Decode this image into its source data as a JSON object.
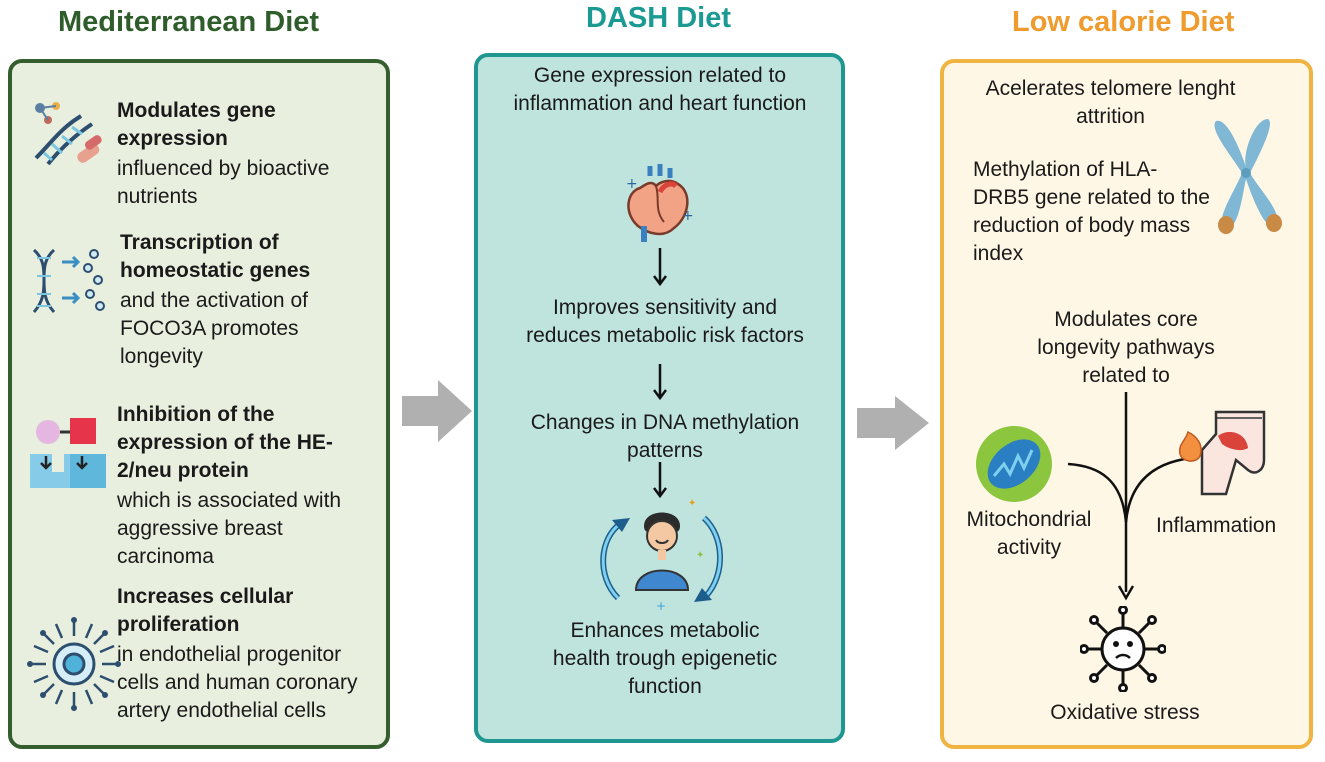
{
  "columns": {
    "mediterranean": {
      "title": "Mediterranean Diet",
      "items": [
        {
          "heading": "Modulates gene expression",
          "body": "influenced by bioactive nutrients",
          "icon": "dna-pills-icon"
        },
        {
          "heading": "Transcription of homeostatic genes",
          "body": "and the activation of FOCO3A promotes longevity",
          "icon": "dna-transcription-icon"
        },
        {
          "heading": "Inhibition of the expression of the HE-2/neu protein",
          "body": "which is associated with aggressive breast carcinoma",
          "icon": "protein-inhibition-icon"
        },
        {
          "heading": "Increases cellular proliferation",
          "body": "in endothelial progenitor cells and human coronary artery endothelial cells",
          "icon": "cell-icon"
        }
      ]
    },
    "dash": {
      "title": "DASH Diet",
      "steps": [
        "Gene expression related to inflammation and heart function",
        "Improves sensitivity and reduces metabolic risk factors",
        "Changes in DNA methylation patterns",
        "Enhances metabolic health trough epigenetic function"
      ],
      "icons": [
        "heart-icon",
        "person-cycle-icon"
      ]
    },
    "low_calorie": {
      "title": "Low calorie Diet",
      "telomere_text": "Acelerates telomere lenght attrition",
      "methylation_text": "Methylation of HLA-DRB5 gene related to the reduction of body mass index",
      "pathways_text": "Modulates core longevity pathways related to",
      "mito_label": "Mitochondrial activity",
      "inflammation_label": "Inflammation",
      "oxidative_label": "Oxidative stress",
      "icons": [
        "chromosome-icon",
        "mitochondria-icon",
        "inflamed-joint-icon",
        "virus-icon"
      ]
    }
  },
  "colors": {
    "med_border": "#355e2f",
    "med_fill": "#e8efdf",
    "med_title": "#2f5c2b",
    "dash_border": "#1f9790",
    "dash_fill": "#bfe4de",
    "dash_title": "#1a9a92",
    "low_border": "#f0b442",
    "low_fill": "#fff7e6",
    "low_title": "#ef9b2d",
    "arrow": "#b0b0b0"
  }
}
